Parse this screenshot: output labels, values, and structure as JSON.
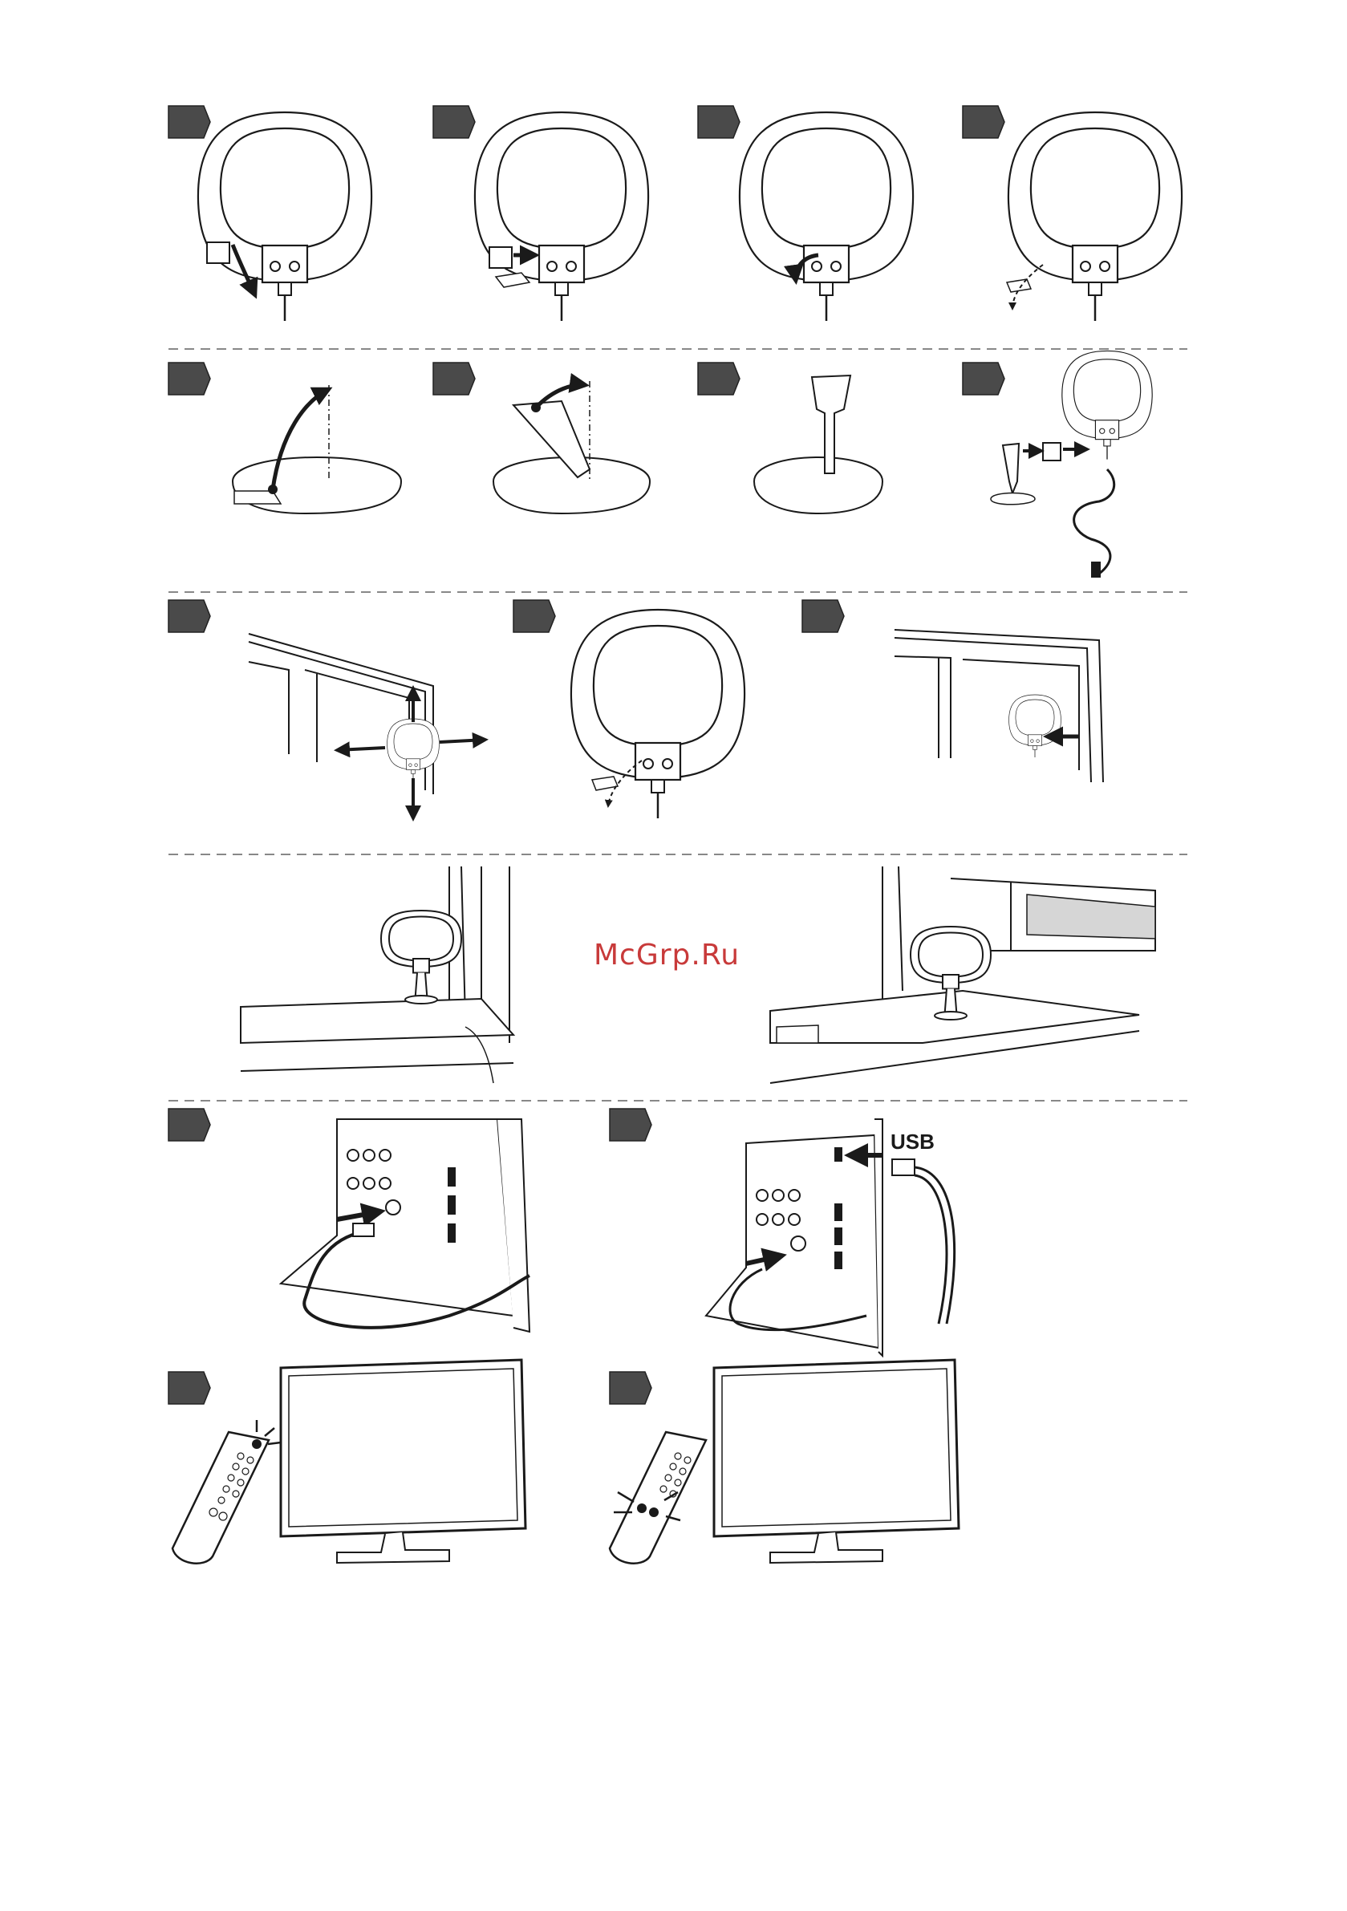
{
  "watermark": {
    "text": "McGrp.Ru",
    "color": "#c83a3a"
  },
  "usb_label": "USB",
  "colors": {
    "line": "#1a1a1a",
    "badge": "#4a4a4a",
    "separator": "#888888",
    "gray_fill": "#d6d6d6"
  },
  "steps": [
    {
      "row": 1,
      "icon": "antenna-remove-cover-icon"
    },
    {
      "row": 1,
      "icon": "antenna-attach-pad-icon"
    },
    {
      "row": 1,
      "icon": "antenna-peel-icon"
    },
    {
      "row": 1,
      "icon": "antenna-peel-film-icon"
    },
    {
      "row": 2,
      "icon": "stand-fold-up-icon"
    },
    {
      "row": 2,
      "icon": "stand-bend-icon"
    },
    {
      "row": 2,
      "icon": "stand-upright-icon"
    },
    {
      "row": 2,
      "icon": "antenna-mount-on-stand-icon"
    },
    {
      "row": 3,
      "icon": "window-positioning-icon"
    },
    {
      "row": 3,
      "icon": "antenna-peel-back-film-icon"
    },
    {
      "row": 3,
      "icon": "window-stick-antenna-icon"
    },
    {
      "row": 4,
      "icon": "antenna-on-window-sill-icon"
    },
    {
      "row": 4,
      "icon": "antenna-on-shelf-icon"
    },
    {
      "row": 5,
      "icon": "tv-connect-rf-cable-icon"
    },
    {
      "row": 5,
      "icon": "tv-connect-usb-power-icon"
    },
    {
      "row": 6,
      "icon": "remote-press-source-icon"
    },
    {
      "row": 6,
      "icon": "remote-press-scan-icon"
    }
  ]
}
